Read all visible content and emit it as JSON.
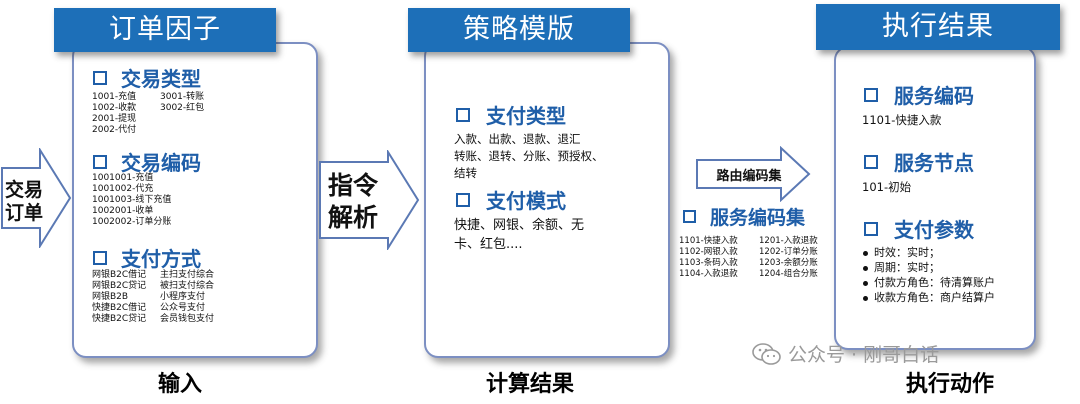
{
  "panels": {
    "input": {
      "header": "订单因子",
      "sections": [
        {
          "title": "交易类型",
          "col1": [
            "1001-充值",
            "1002-收款",
            "2001-提现",
            "2002-代付"
          ],
          "col2": [
            "3001-转账",
            "3002-红包"
          ]
        },
        {
          "title": "交易编码",
          "items": [
            "1001001-充值",
            "1001002-代充",
            "1001003-线下充值",
            "1002001-收单",
            "1002002-订单分账"
          ]
        },
        {
          "title": "支付方式",
          "col1": [
            "网银B2C借记",
            "网银B2C贷记",
            "网银B2B",
            "快捷B2C借记",
            "快捷B2C贷记"
          ],
          "col2": [
            "主扫支付综合",
            "被扫支付综合",
            "小程序支付",
            "公众号支付",
            "会员钱包支付"
          ]
        }
      ],
      "bottom": "输入"
    },
    "calc": {
      "header": "策略模版",
      "sections": [
        {
          "title": "支付类型",
          "lines": [
            "入款、出款、退款、退汇",
            "转账、退转、分账、预授权、",
            "结转"
          ]
        },
        {
          "title": "支付模式",
          "lines": [
            "快捷、网银、余额、无",
            "卡、红包...."
          ]
        }
      ],
      "bottom": "计算结果"
    },
    "exec": {
      "header": "执行结果",
      "sections": [
        {
          "title": "服务编码",
          "lines": [
            "1101-快捷入款"
          ]
        },
        {
          "title": "服务节点",
          "lines": [
            "101-初始"
          ]
        },
        {
          "title": "支付参数",
          "bullets": [
            "时效：实时；",
            "周期：实时；",
            "付款方角色：待清算账户",
            "收款方角色：商户结算户"
          ]
        }
      ],
      "bottom": "执行动作"
    }
  },
  "arrows": {
    "order": {
      "line1": "交易",
      "line2": "订单"
    },
    "parse": {
      "line1": "指令",
      "line2": "解析"
    },
    "route": {
      "label": "路由编码集"
    }
  },
  "service_code_set": {
    "title": "服务编码集",
    "col1": [
      "1101-快捷入款",
      "1102-网银入款",
      "1103-条码入款",
      "1104-入款退款"
    ],
    "col2": [
      "1201-入款退款",
      "1202-订单分账",
      "1203-余额分账",
      "1204-组合分账"
    ]
  },
  "watermark": {
    "text": "公众号 · 刚哥白话"
  },
  "colors": {
    "accent": "#1d6fb8",
    "card_border": "#7c8fc2"
  }
}
